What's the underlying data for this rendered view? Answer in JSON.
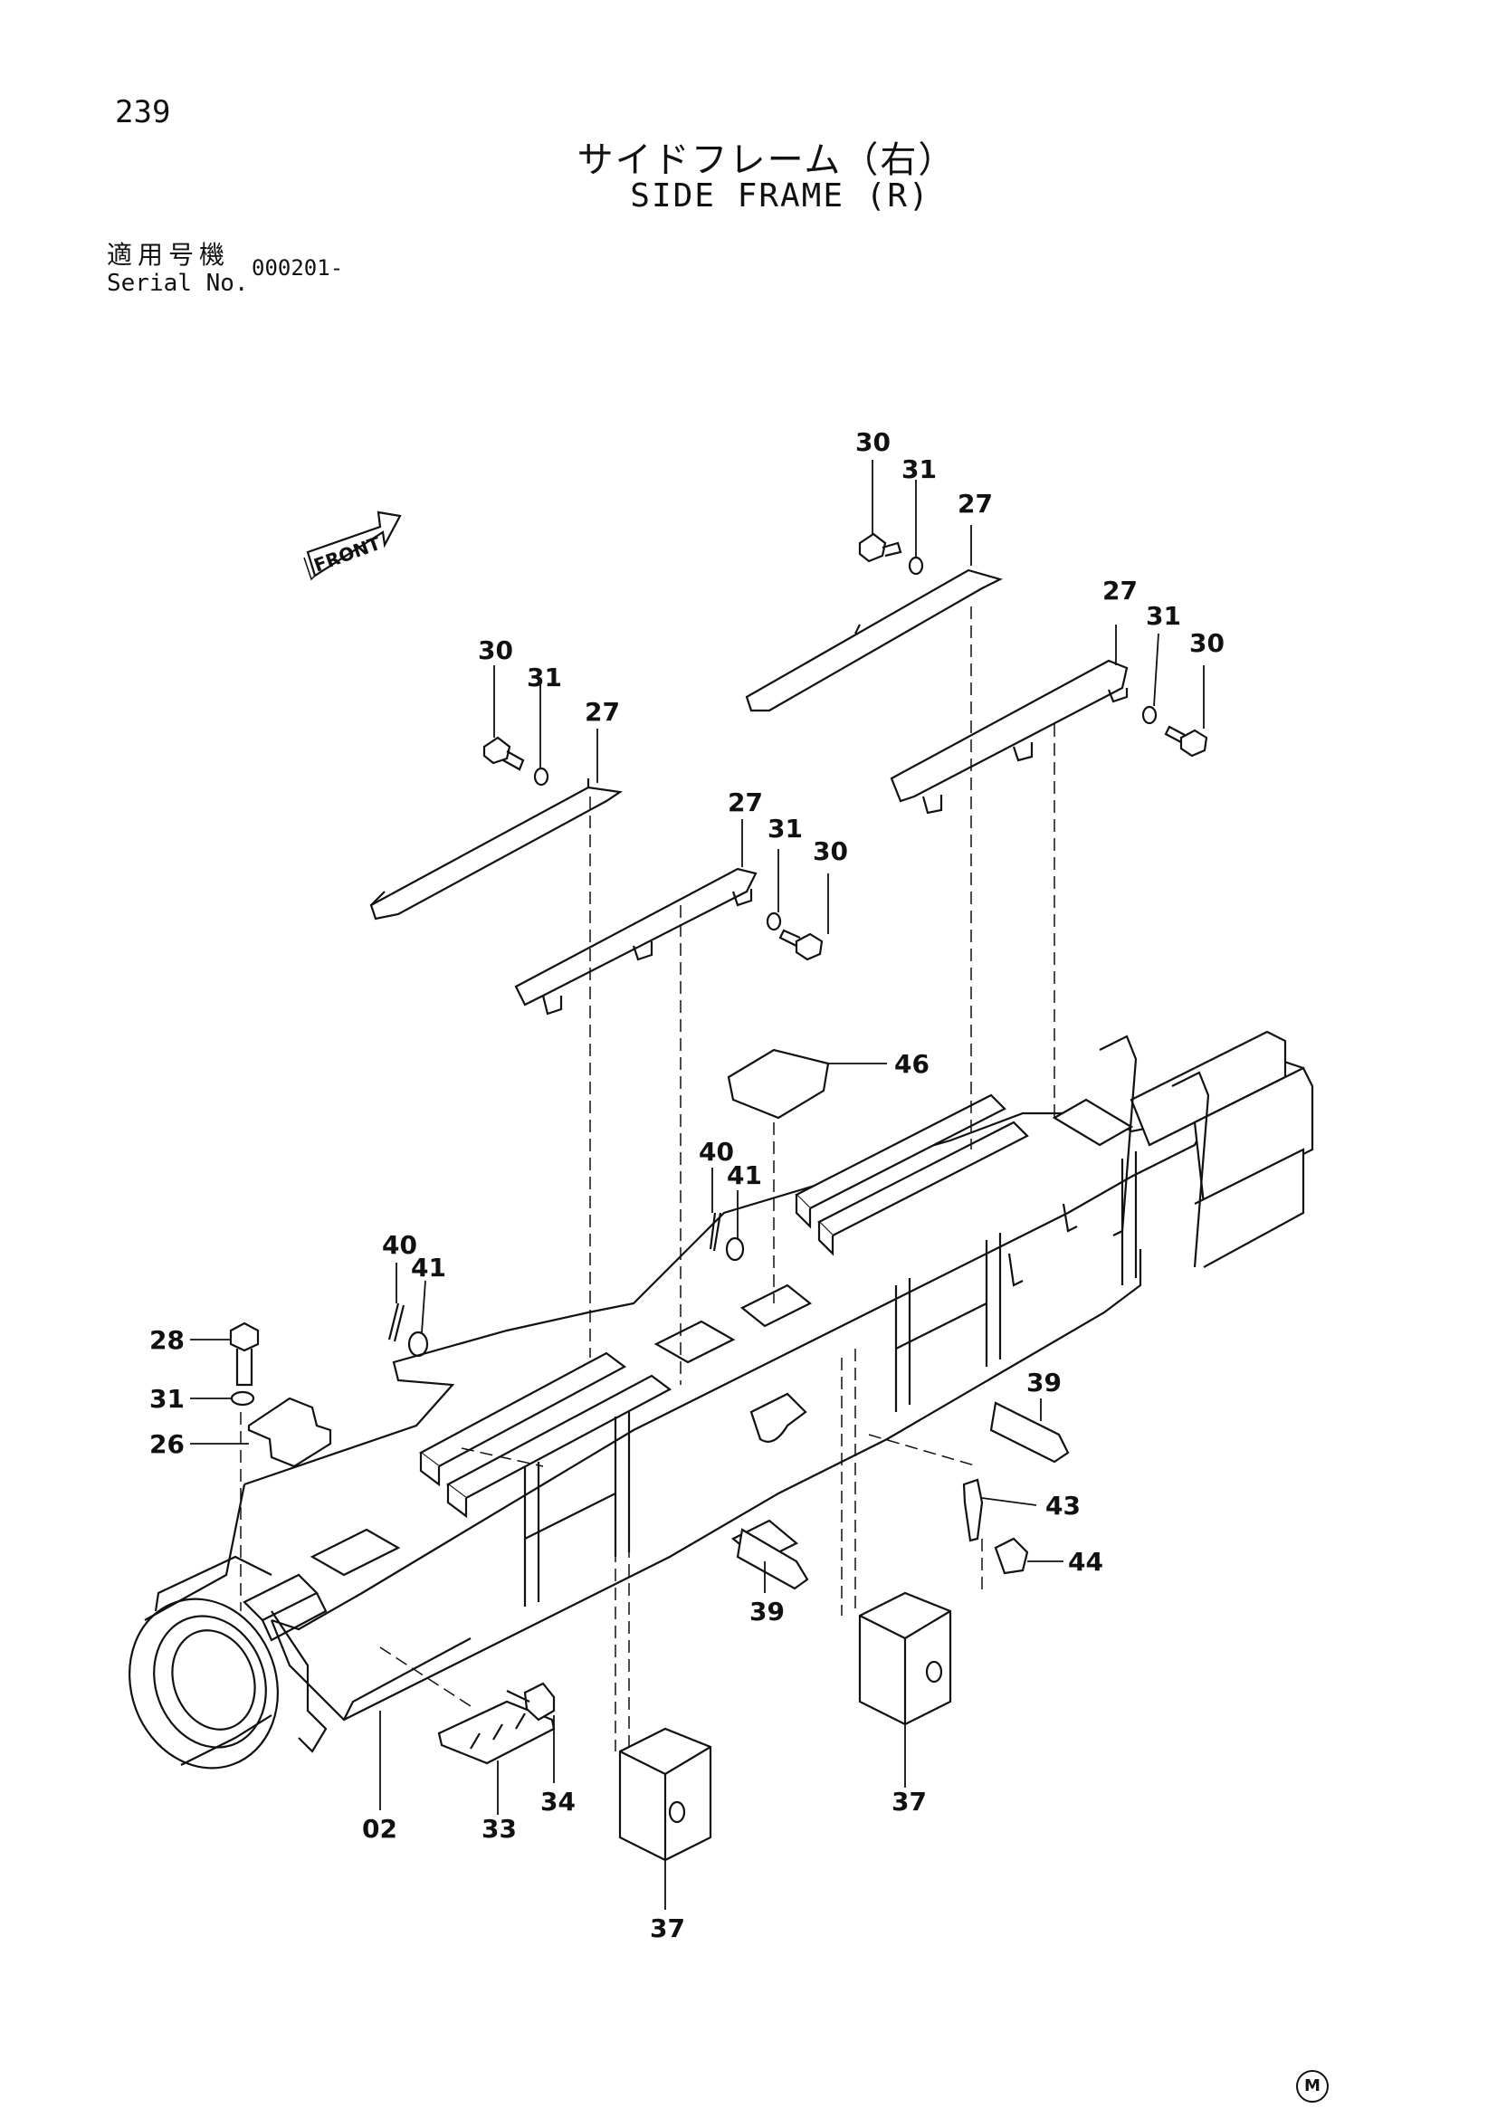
{
  "page": {
    "number": "239"
  },
  "title": {
    "japanese": "サイドフレーム（右）",
    "english": "SIDE FRAME (R)"
  },
  "serial": {
    "label_jp": "適用号機",
    "label_en": "Serial No.",
    "value": "000201-"
  },
  "front_marker": {
    "text": "FRONT"
  },
  "corner_mark": "M",
  "callouts": {
    "c30a": "30",
    "c31a": "31",
    "c27a": "27",
    "c27b": "27",
    "c31b": "31",
    "c30b": "30",
    "c30c": "30",
    "c31c": "31",
    "c27c": "27",
    "c27d": "27",
    "c31d": "31",
    "c30d": "30",
    "c46": "46",
    "c40a": "40",
    "c41a": "41",
    "c40b": "40",
    "c41b": "41",
    "c28": "28",
    "c31e": "31",
    "c26": "26",
    "c39a": "39",
    "c43": "43",
    "c44": "44",
    "c39b": "39",
    "c37a": "37",
    "c34": "34",
    "c02": "02",
    "c33": "33",
    "c37b": "37"
  }
}
